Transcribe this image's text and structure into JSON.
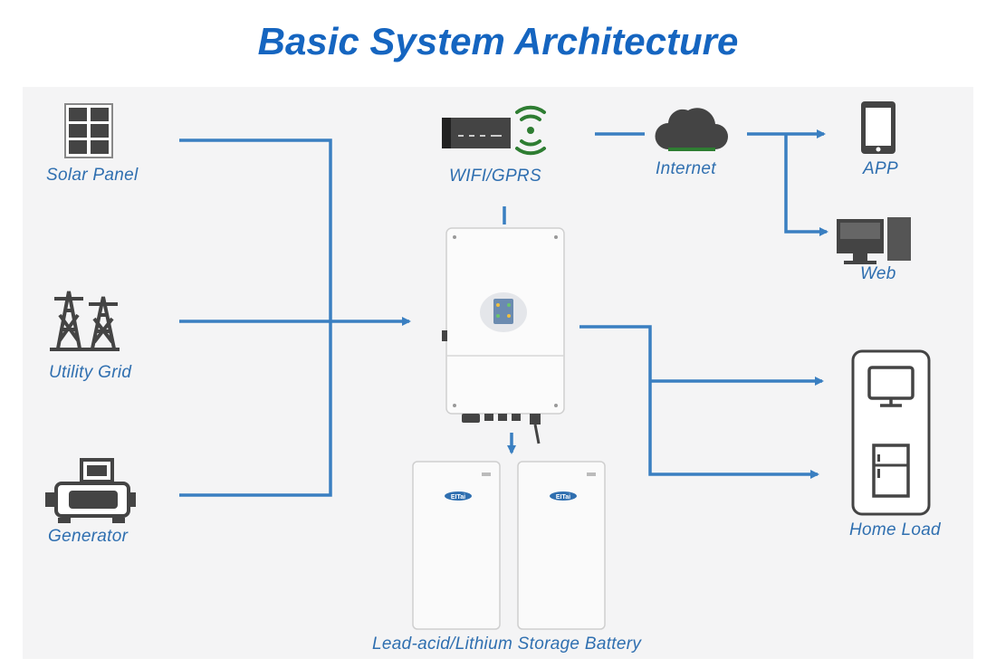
{
  "title": "Basic System Architecture",
  "nodes": {
    "solar_panel": "Solar Panel",
    "utility_grid": "Utility Grid",
    "generator": "Generator",
    "wifi_gprs": "WIFI/GPRS",
    "internet": "Internet",
    "app": "APP",
    "web": "Web",
    "home_load": "Home Load",
    "battery": "Lead-acid/Lithium Storage Battery"
  },
  "battery_brand": "EITai",
  "icons": [
    "solar-panel-icon",
    "transmission-tower-icon",
    "generator-icon",
    "wifi-router-icon",
    "wifi-signal-icon",
    "cloud-icon",
    "tablet-icon",
    "computer-icon",
    "tv-icon",
    "refrigerator-icon",
    "inverter-icon",
    "battery-icon"
  ],
  "colors": {
    "title": "#1565c0",
    "line": "#3a7fc1",
    "label": "#2f6fb0",
    "panel_bg": "#f4f4f5",
    "icon_dark": "#444444",
    "signal_green": "#2e7d32"
  }
}
